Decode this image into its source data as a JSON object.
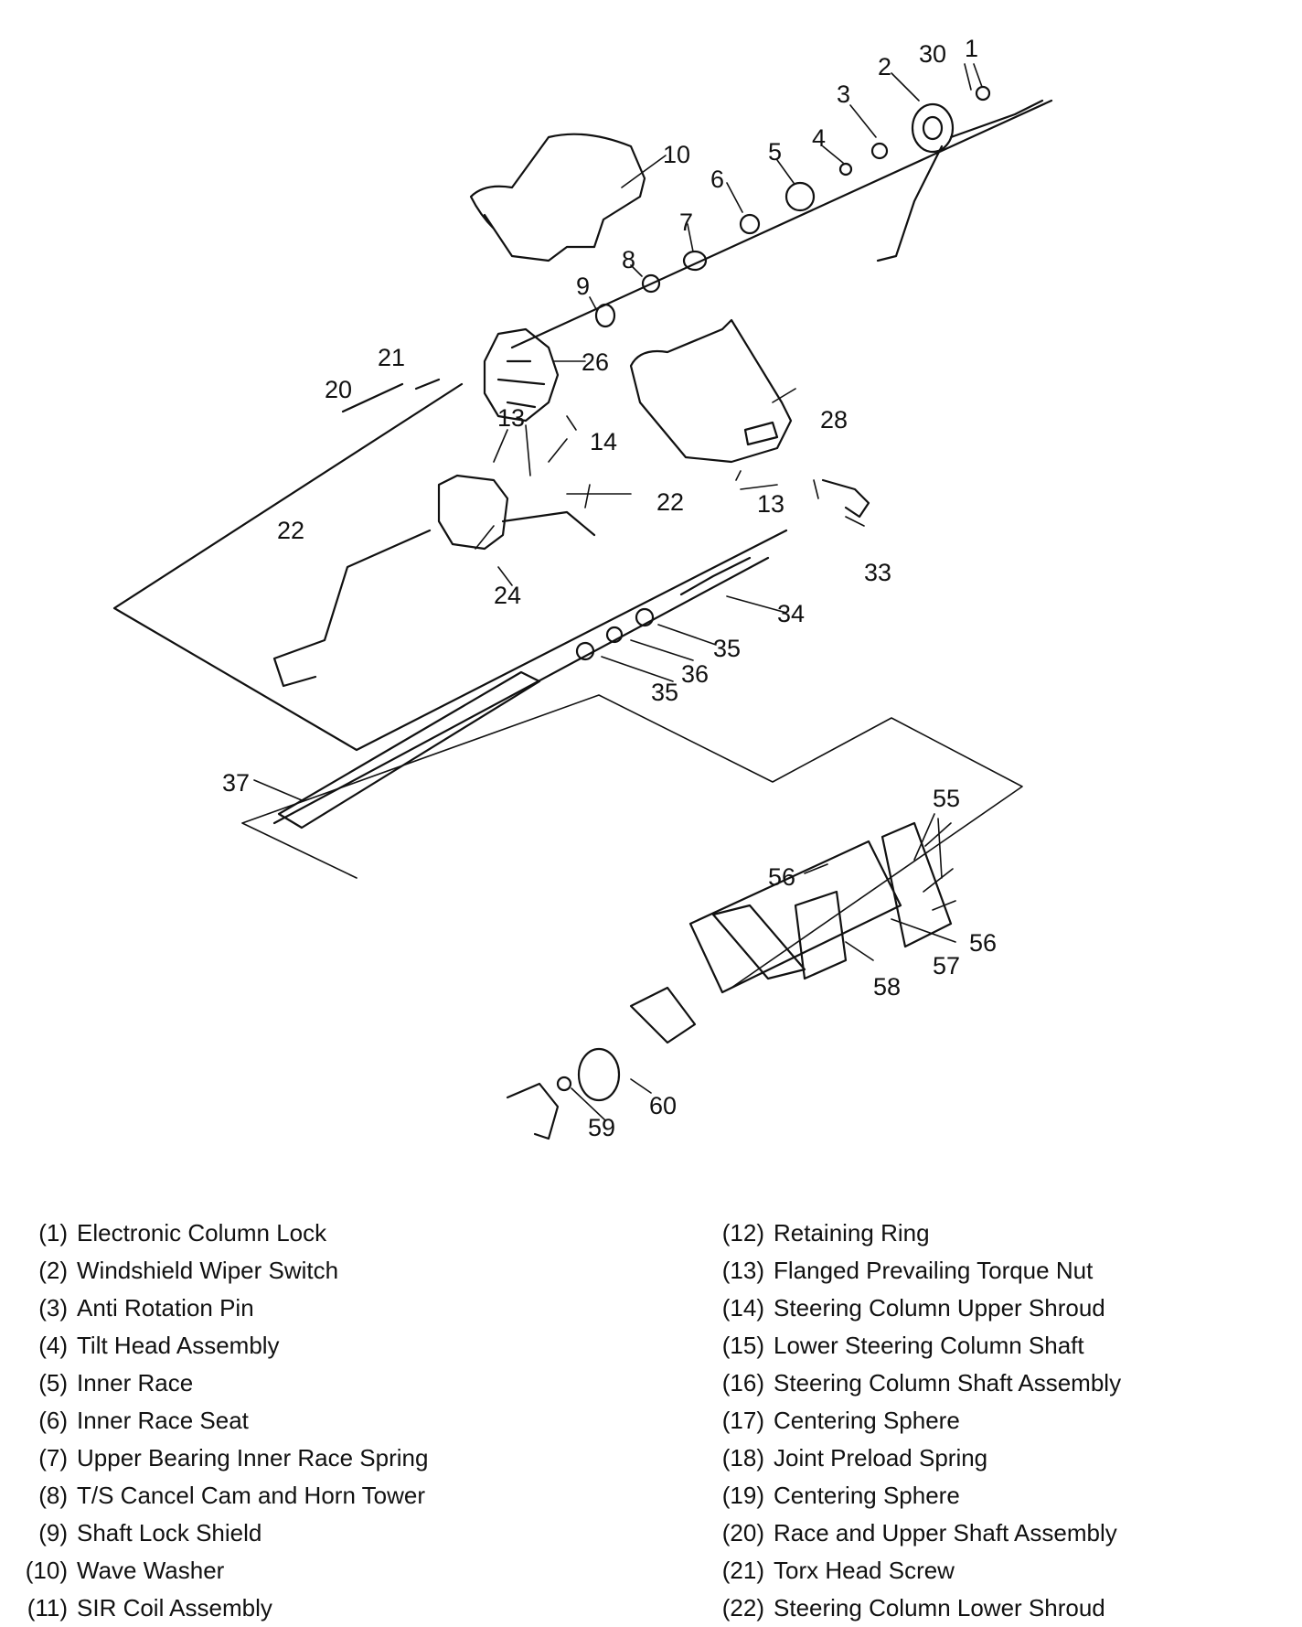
{
  "callouts": [
    "1",
    "2",
    "30",
    "3",
    "4",
    "5",
    "6",
    "7",
    "8",
    "9",
    "10",
    "26",
    "21",
    "20",
    "13",
    "14",
    "28",
    "22",
    "22",
    "24",
    "13",
    "33",
    "34",
    "35",
    "36",
    "35",
    "37",
    "55",
    "56",
    "56",
    "57",
    "58",
    "60",
    "59"
  ],
  "legend_left": [
    {
      "num": "(1)",
      "text": "Electronic Column Lock"
    },
    {
      "num": "(2)",
      "text": "Windshield Wiper Switch"
    },
    {
      "num": "(3)",
      "text": "Anti Rotation Pin"
    },
    {
      "num": "(4)",
      "text": "Tilt Head Assembly"
    },
    {
      "num": "(5)",
      "text": "Inner Race"
    },
    {
      "num": "(6)",
      "text": "Inner Race Seat"
    },
    {
      "num": "(7)",
      "text": "Upper Bearing Inner Race Spring"
    },
    {
      "num": "(8)",
      "text": "T/S Cancel Cam and Horn Tower"
    },
    {
      "num": "(9)",
      "text": "Shaft Lock Shield"
    },
    {
      "num": "(10)",
      "text": "Wave Washer"
    },
    {
      "num": "(11)",
      "text": "SIR Coil Assembly"
    }
  ],
  "legend_right": [
    {
      "num": "(12)",
      "text": "Retaining Ring"
    },
    {
      "num": "(13)",
      "text": "Flanged Prevailing Torque Nut"
    },
    {
      "num": "(14)",
      "text": "Steering Column Upper Shroud"
    },
    {
      "num": "(15)",
      "text": "Lower Steering Column Shaft"
    },
    {
      "num": "(16)",
      "text": "Steering Column Shaft Assembly"
    },
    {
      "num": "(17)",
      "text": "Centering Sphere"
    },
    {
      "num": "(18)",
      "text": "Joint Preload Spring"
    },
    {
      "num": "(19)",
      "text": "Centering Sphere"
    },
    {
      "num": "(20)",
      "text": "Race and Upper Shaft Assembly"
    },
    {
      "num": "(21)",
      "text": "Torx Head Screw"
    },
    {
      "num": "(22)",
      "text": "Steering Column Lower Shroud"
    }
  ]
}
